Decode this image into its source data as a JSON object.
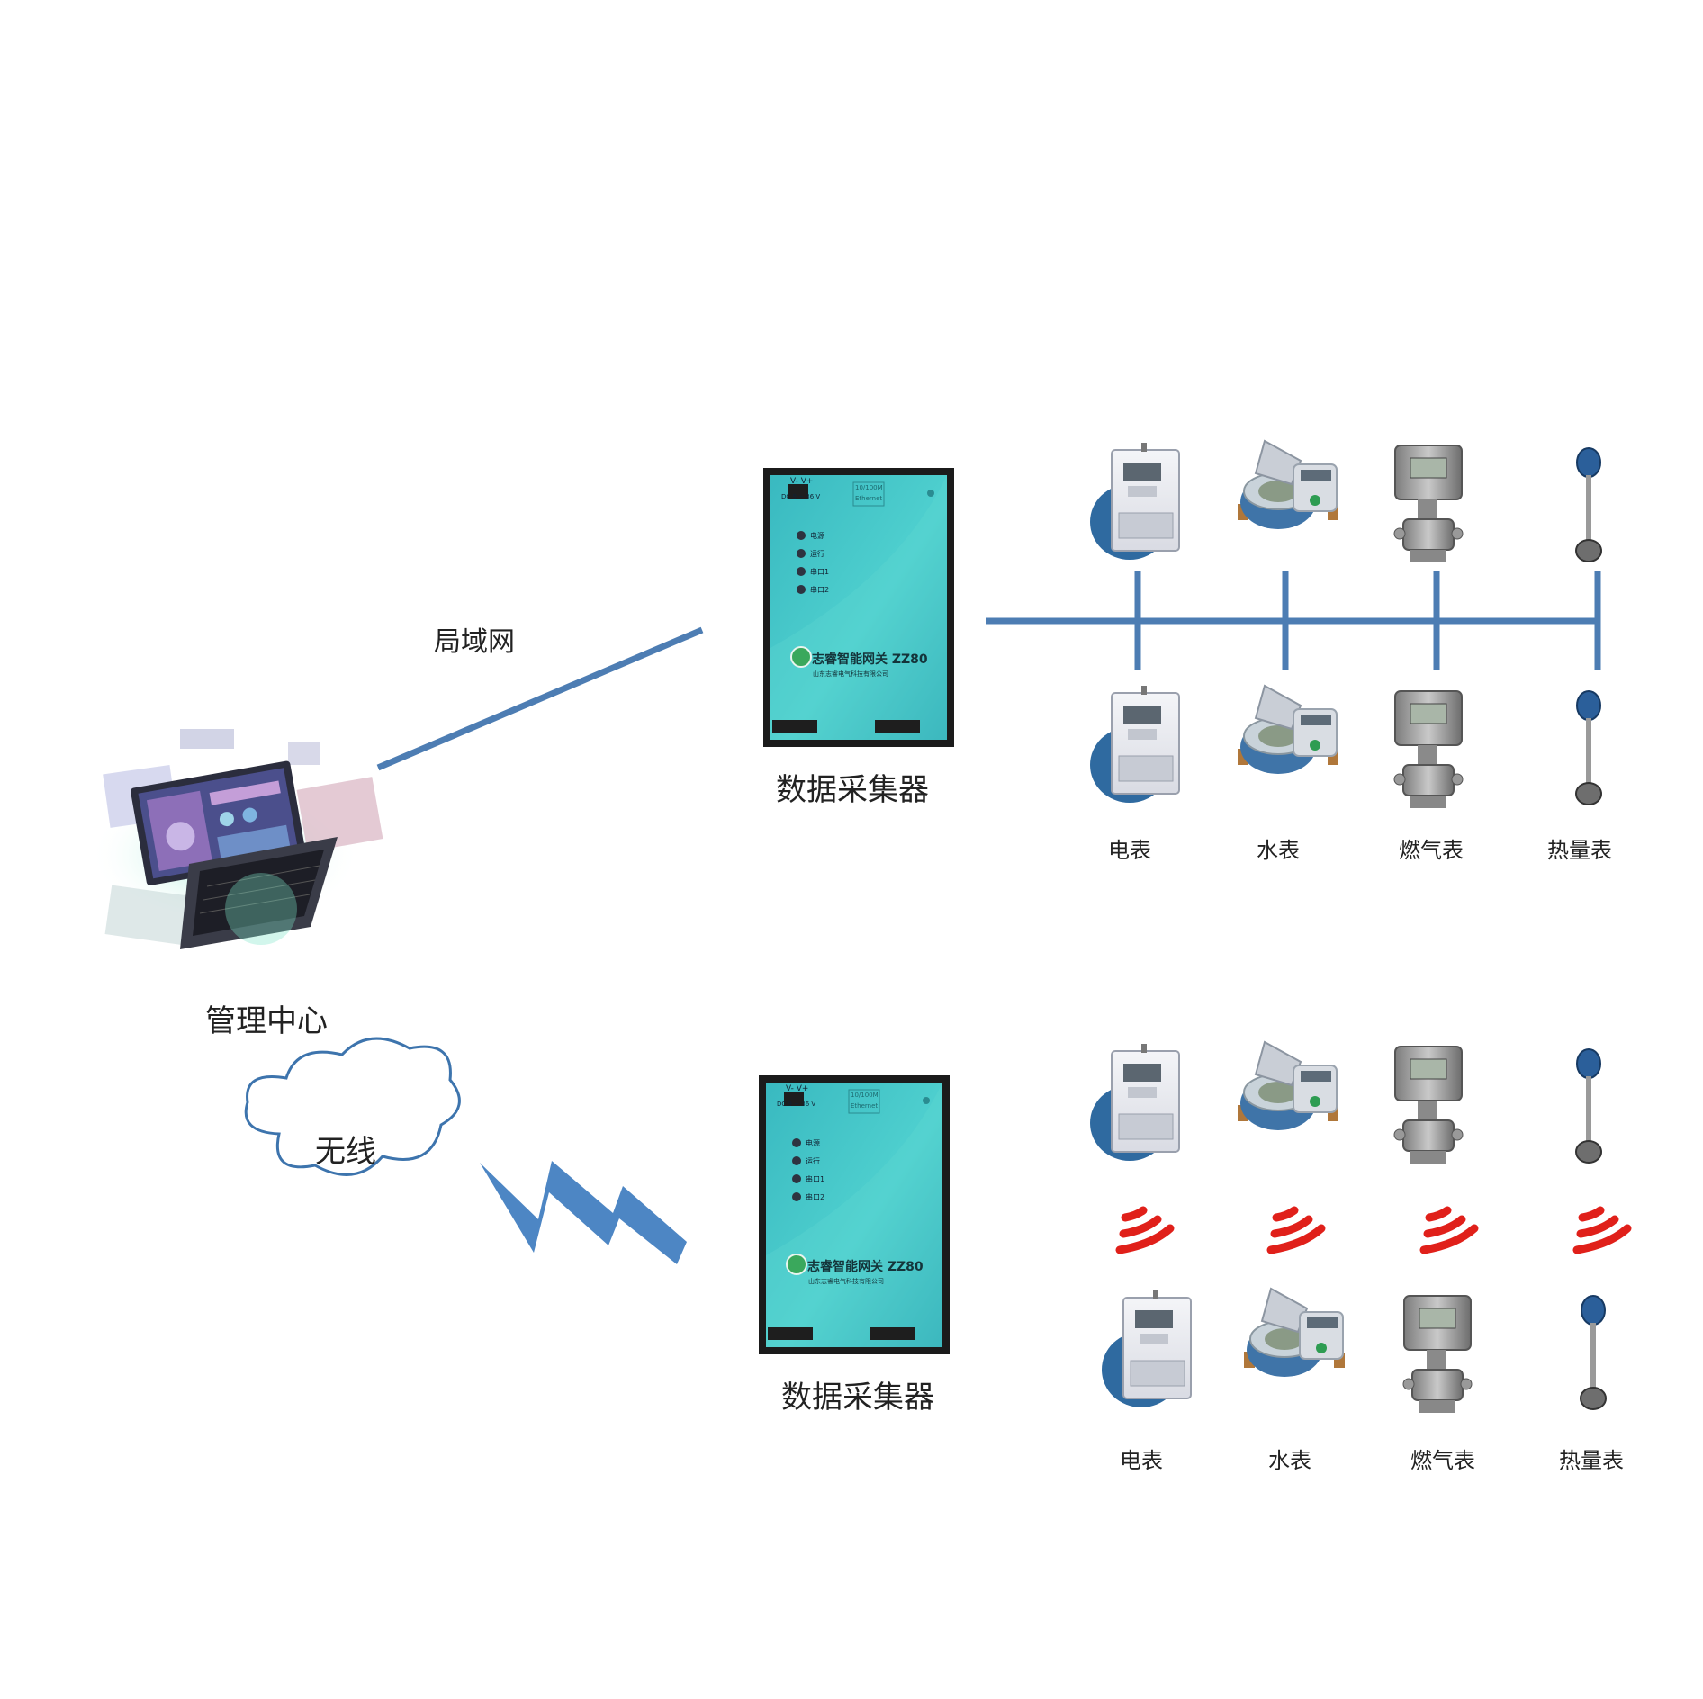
{
  "labels": {
    "management_center": "管理中心",
    "lan": "局域网",
    "wireless": "无线",
    "collector": "数据采集器"
  },
  "gateway": {
    "brand": "志睿智能网关",
    "model": "ZZ80",
    "company": "山东志睿电气科技有限公司",
    "power_label": "V-  V+",
    "power_sub": "DC 9 ~ 36 V",
    "ethernet_label": "10/100M",
    "ethernet_sub": "Ethernet",
    "leds": [
      "电源",
      "运行",
      "串口1",
      "串口2"
    ]
  },
  "meters": {
    "wired": [
      "电表",
      "水表",
      "燃气表",
      "热量表"
    ],
    "wireless": [
      "电表",
      "水表",
      "燃气表",
      "热量表"
    ]
  },
  "colors": {
    "line": "#4d7db3",
    "wireless_wave": "#e0201a",
    "gateway_body": "#3fc1c6",
    "gateway_frame": "#1b1b1b"
  }
}
